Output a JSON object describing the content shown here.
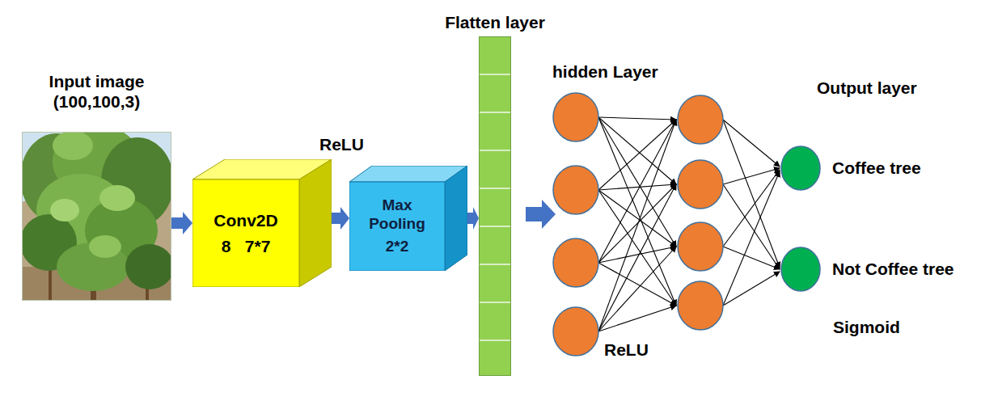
{
  "diagram": {
    "nodes": [
      {
        "text": [
          "Input image (100,100,3)"
        ]
      },
      {
        "text": [
          "Conv2D",
          "8   7*7"
        ]
      },
      {
        "text": [
          "Max Pooling",
          "2*2"
        ]
      },
      {
        "text": [
          "Flatten layer"
        ]
      },
      {
        "text": [
          "Coffee tree"
        ]
      },
      {
        "text": [
          "Not Coffee tree"
        ]
      }
    ],
    "edges": [
      {
        "from": 0,
        "to": 1,
        "arrow": "to"
      },
      {
        "from": 1,
        "to": 2,
        "arrow": "to"
      },
      {
        "from": 2,
        "to": 3,
        "arrow": "to"
      }
    ],
    "labels": [
      "ReLU",
      "hidden Layer",
      "Output layer",
      "ReLU",
      "Sigmoid"
    ]
  }
}
